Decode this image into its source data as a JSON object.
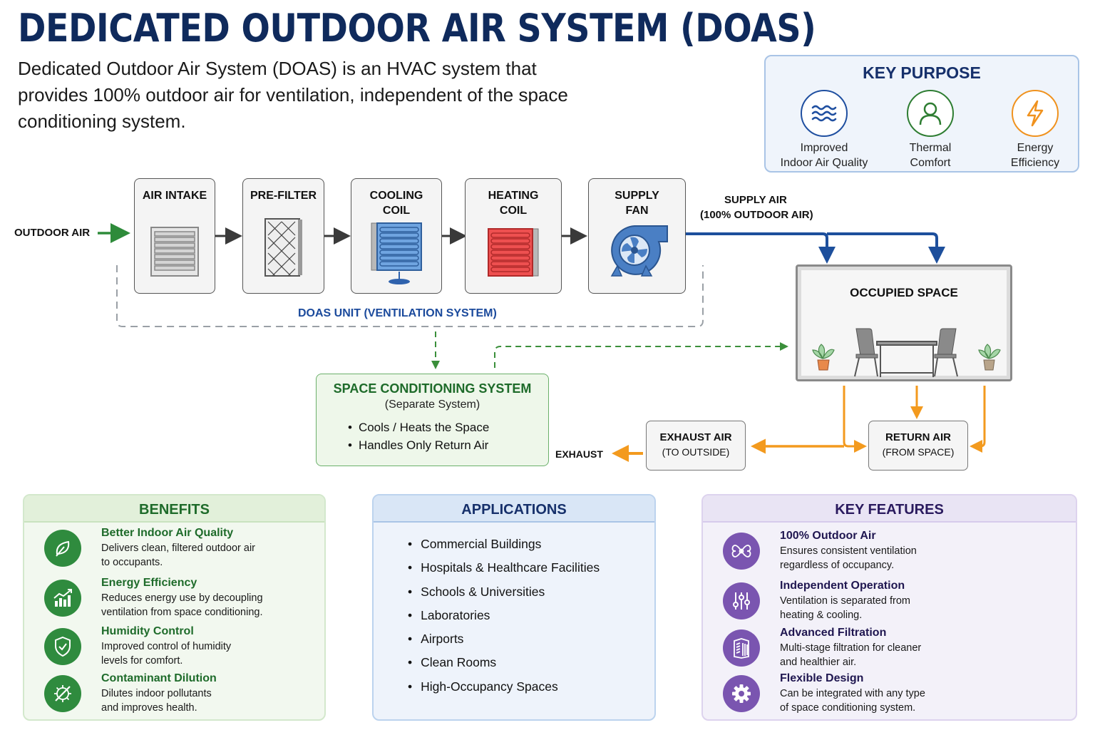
{
  "header": {
    "title": "DEDICATED OUTDOOR AIR SYSTEM (DOAS)",
    "intro": "Dedicated Outdoor Air System (DOAS) is an HVAC system that provides 100% outdoor air for ventilation, independent of the space conditioning system."
  },
  "key_purpose": {
    "title": "KEY PURPOSE",
    "items": [
      {
        "icon": "air-waves-icon",
        "line1": "Improved",
        "line2": "Indoor Air Quality",
        "color": "#1f4fa0"
      },
      {
        "icon": "person-icon",
        "line1": "Thermal",
        "line2": "Comfort",
        "color": "#2e7d32"
      },
      {
        "icon": "lightning-icon",
        "line1": "Energy",
        "line2": "Efficiency",
        "color": "#f0921e"
      }
    ]
  },
  "diagram": {
    "outdoor_air_label": "OUTDOOR AIR",
    "stages": [
      {
        "line1": "AIR INTAKE",
        "line2": "",
        "icon": "louver-icon"
      },
      {
        "line1": "PRE-FILTER",
        "line2": "",
        "icon": "filter-icon"
      },
      {
        "line1": "COOLING",
        "line2": "COIL",
        "icon": "cooling-coil-icon"
      },
      {
        "line1": "HEATING",
        "line2": "COIL",
        "icon": "heating-coil-icon"
      },
      {
        "line1": "SUPPLY",
        "line2": "FAN",
        "icon": "fan-icon"
      }
    ],
    "supply_air_line1": "SUPPLY AIR",
    "supply_air_line2": "(100% OUTDOOR AIR)",
    "doas_unit_label": "DOAS UNIT (VENTILATION SYSTEM)",
    "occupied_space_label": "OCCUPIED SPACE",
    "space_conditioning": {
      "title": "SPACE CONDITIONING SYSTEM",
      "subtitle": "(Separate System)",
      "bullets": [
        "Cools / Heats the Space",
        "Handles Only Return Air"
      ]
    },
    "exhaust_label": "EXHAUST",
    "exhaust_box": {
      "line1": "EXHAUST AIR",
      "line2": "(TO OUTSIDE)"
    },
    "return_box": {
      "line1": "RETURN AIR",
      "line2": "(FROM SPACE)"
    },
    "colors": {
      "outdoor_arrow": "#2e8b3a",
      "supply_duct": "#1d4f9c",
      "return_exhaust": "#f39a1e",
      "dashed_boundary": "#9aa0a6",
      "control_dashed": "#3a8f3a"
    }
  },
  "benefits": {
    "title": "BENEFITS",
    "items": [
      {
        "icon": "leaf-icon",
        "title": "Better Indoor Air Quality",
        "desc1": "Delivers clean, filtered outdoor air",
        "desc2": "to occupants."
      },
      {
        "icon": "growth-chart-icon",
        "title": "Energy Efficiency",
        "desc1": "Reduces energy use by decoupling",
        "desc2": "ventilation from space conditioning."
      },
      {
        "icon": "shield-check-icon",
        "title": "Humidity Control",
        "desc1": "Improved control of humidity",
        "desc2": "levels for comfort."
      },
      {
        "icon": "no-virus-icon",
        "title": "Contaminant Dilution",
        "desc1": "Dilutes indoor pollutants",
        "desc2": "and improves health."
      }
    ]
  },
  "applications": {
    "title": "APPLICATIONS",
    "items": [
      "Commercial Buildings",
      "Hospitals & Healthcare Facilities",
      "Schools & Universities",
      "Laboratories",
      "Airports",
      "Clean Rooms",
      "High-Occupancy Spaces"
    ]
  },
  "key_features": {
    "title": "KEY FEATURES",
    "items": [
      {
        "icon": "airflow-icon",
        "title": "100% Outdoor Air",
        "desc1": "Ensures consistent ventilation",
        "desc2": "regardless of occupancy."
      },
      {
        "icon": "sliders-icon",
        "title": "Independent Operation",
        "desc1": "Ventilation is separated from",
        "desc2": "heating & cooling."
      },
      {
        "icon": "filter-media-icon",
        "title": "Advanced Filtration",
        "desc1": "Multi-stage filtration for cleaner",
        "desc2": "and healthier air."
      },
      {
        "icon": "gear-icon",
        "title": "Flexible Design",
        "desc1": "Can be integrated with any type",
        "desc2": "of space conditioning system."
      }
    ]
  }
}
